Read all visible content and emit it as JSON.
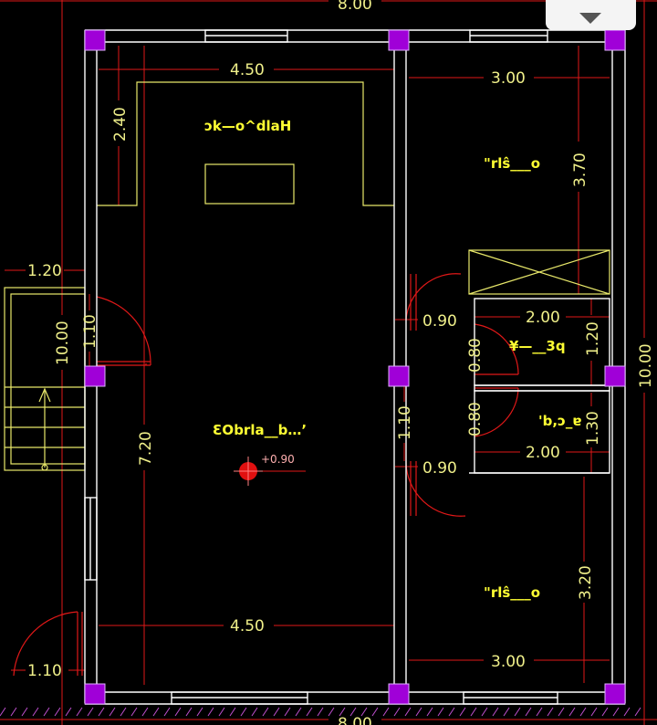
{
  "drawing": {
    "dimensions": {
      "top_total": "8.00",
      "bottom_total": "8.00",
      "left_total": "10.00",
      "right_total": "10.00",
      "hall_top_width": "4.50",
      "hall_bottom_width": "4.50",
      "room_top_width": "3.00",
      "room_bottom_width": "3.00",
      "recess_depth": "2.40",
      "room_top_height": "3.70",
      "stair_width": "1.20",
      "entry_door": "1.10",
      "hall_height": "7.20",
      "inner_door": "1.10",
      "door_top": "0.90",
      "door_bottom": "0.90",
      "bath_width_top": "2.00",
      "bath_width_bottom": "2.00",
      "bath_door_top": "0.80",
      "bath_door_bottom": "0.80",
      "bath_height_top": "1.20",
      "bath_height_bottom": "1.30",
      "room_bottom_height": "3.20",
      "side_door": "1.10"
    },
    "labels": {
      "top_hall": "ɔk—o^dlaH",
      "room_top": "\"rlŝ___o",
      "main_hall": "ƐObrla__b…’",
      "bath_top": "¥—__3q",
      "bath_bottom": "'b,ɔ_ɐ",
      "room_bottom": "\"rlŝ___o",
      "level": "+0.90"
    },
    "colors": {
      "wall": "#ffffff",
      "dimension": "#ff2020",
      "column": "#b000e0",
      "text": "#ffff33"
    }
  },
  "ui": {
    "menu_button_icon": "triangle-down-icon"
  }
}
